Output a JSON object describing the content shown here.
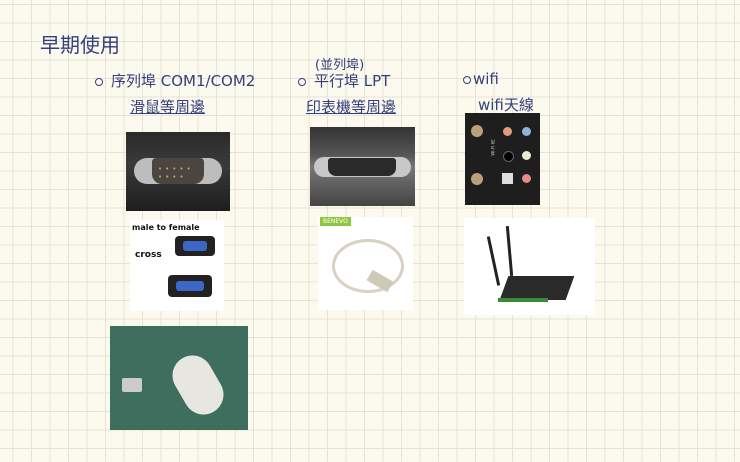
{
  "title": "早期使用",
  "sections": [
    {
      "bullet": "序列埠 COM1/COM2",
      "sub": "滑鼠等周邊",
      "images": [
        {
          "alt": "serial-port-photo"
        },
        {
          "alt": "db9-cable-photo",
          "text1": "male to female",
          "text2": "cross"
        },
        {
          "alt": "serial-mouse-photo"
        }
      ]
    },
    {
      "note": "(並列埠)",
      "bullet": "平行埠 LPT",
      "sub": "印表機等周邊",
      "images": [
        {
          "alt": "parallel-port-photo"
        },
        {
          "alt": "parallel-cable-photo",
          "logo": "BENEVO"
        }
      ]
    },
    {
      "bullet": "wifi",
      "sub": "wifi天線",
      "images": [
        {
          "alt": "wifi-io-panel-photo",
          "label": "WI-FI 6E"
        },
        {
          "alt": "wifi-card-photo"
        }
      ]
    }
  ]
}
